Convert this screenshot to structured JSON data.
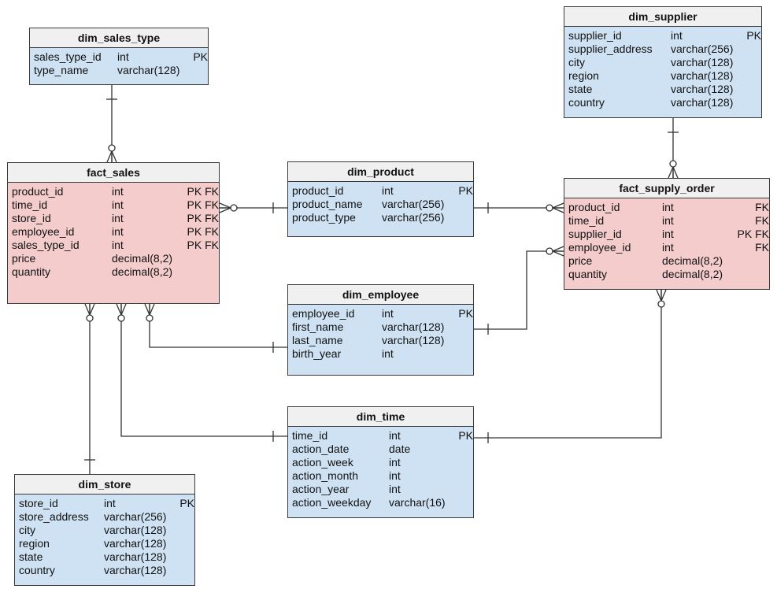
{
  "tables": {
    "dim_sales_type": {
      "name": "dim_sales_type",
      "columns": [
        {
          "name": "sales_type_id",
          "type": "int",
          "key": "PK"
        },
        {
          "name": "type_name",
          "type": "varchar(128)",
          "key": ""
        }
      ]
    },
    "dim_supplier": {
      "name": "dim_supplier",
      "columns": [
        {
          "name": "supplier_id",
          "type": "int",
          "key": "PK"
        },
        {
          "name": "supplier_address",
          "type": "varchar(256)",
          "key": ""
        },
        {
          "name": "city",
          "type": "varchar(128)",
          "key": ""
        },
        {
          "name": "region",
          "type": "varchar(128)",
          "key": ""
        },
        {
          "name": "state",
          "type": "varchar(128)",
          "key": ""
        },
        {
          "name": "country",
          "type": "varchar(128)",
          "key": ""
        }
      ]
    },
    "fact_sales": {
      "name": "fact_sales",
      "columns": [
        {
          "name": "product_id",
          "type": "int",
          "key": "PK FK"
        },
        {
          "name": "time_id",
          "type": "int",
          "key": "PK FK"
        },
        {
          "name": "store_id",
          "type": "int",
          "key": "PK FK"
        },
        {
          "name": "employee_id",
          "type": "int",
          "key": "PK FK"
        },
        {
          "name": "sales_type_id",
          "type": "int",
          "key": "PK FK"
        },
        {
          "name": "price",
          "type": "decimal(8,2)",
          "key": ""
        },
        {
          "name": "quantity",
          "type": "decimal(8,2)",
          "key": ""
        }
      ]
    },
    "dim_product": {
      "name": "dim_product",
      "columns": [
        {
          "name": "product_id",
          "type": "int",
          "key": "PK"
        },
        {
          "name": "product_name",
          "type": "varchar(256)",
          "key": ""
        },
        {
          "name": "product_type",
          "type": "varchar(256)",
          "key": ""
        }
      ]
    },
    "fact_supply_order": {
      "name": "fact_supply_order",
      "columns": [
        {
          "name": "product_id",
          "type": "int",
          "key": "FK"
        },
        {
          "name": "time_id",
          "type": "int",
          "key": "FK"
        },
        {
          "name": "supplier_id",
          "type": "int",
          "key": "PK FK"
        },
        {
          "name": "employee_id",
          "type": "int",
          "key": "FK"
        },
        {
          "name": "price",
          "type": "decimal(8,2)",
          "key": ""
        },
        {
          "name": "quantity",
          "type": "decimal(8,2)",
          "key": ""
        }
      ]
    },
    "dim_employee": {
      "name": "dim_employee",
      "columns": [
        {
          "name": "employee_id",
          "type": "int",
          "key": "PK"
        },
        {
          "name": "first_name",
          "type": "varchar(128)",
          "key": ""
        },
        {
          "name": "last_name",
          "type": "varchar(128)",
          "key": ""
        },
        {
          "name": "birth_year",
          "type": "int",
          "key": ""
        }
      ]
    },
    "dim_time": {
      "name": "dim_time",
      "columns": [
        {
          "name": "time_id",
          "type": "int",
          "key": "PK"
        },
        {
          "name": "action_date",
          "type": "date",
          "key": ""
        },
        {
          "name": "action_week",
          "type": "int",
          "key": ""
        },
        {
          "name": "action_month",
          "type": "int",
          "key": ""
        },
        {
          "name": "action_year",
          "type": "int",
          "key": ""
        },
        {
          "name": "action_weekday",
          "type": "varchar(16)",
          "key": ""
        }
      ]
    },
    "dim_store": {
      "name": "dim_store",
      "columns": [
        {
          "name": "store_id",
          "type": "int",
          "key": "PK"
        },
        {
          "name": "store_address",
          "type": "varchar(256)",
          "key": ""
        },
        {
          "name": "city",
          "type": "varchar(128)",
          "key": ""
        },
        {
          "name": "region",
          "type": "varchar(128)",
          "key": ""
        },
        {
          "name": "state",
          "type": "varchar(128)",
          "key": ""
        },
        {
          "name": "country",
          "type": "varchar(128)",
          "key": ""
        }
      ]
    }
  },
  "relationships": [
    {
      "from": "dim_sales_type",
      "to": "fact_sales",
      "cardinality": "one-to-zero-or-many"
    },
    {
      "from": "dim_product",
      "to": "fact_sales",
      "cardinality": "one-to-zero-or-many"
    },
    {
      "from": "dim_employee",
      "to": "fact_sales",
      "cardinality": "one-to-zero-or-many"
    },
    {
      "from": "dim_time",
      "to": "fact_sales",
      "cardinality": "one-to-zero-or-many"
    },
    {
      "from": "dim_store",
      "to": "fact_sales",
      "cardinality": "one-to-zero-or-many"
    },
    {
      "from": "dim_supplier",
      "to": "fact_supply_order",
      "cardinality": "one-to-zero-or-many"
    },
    {
      "from": "dim_product",
      "to": "fact_supply_order",
      "cardinality": "one-to-zero-or-many"
    },
    {
      "from": "dim_employee",
      "to": "fact_supply_order",
      "cardinality": "one-to-zero-or-many"
    },
    {
      "from": "dim_time",
      "to": "fact_supply_order",
      "cardinality": "one-to-zero-or-many"
    }
  ]
}
